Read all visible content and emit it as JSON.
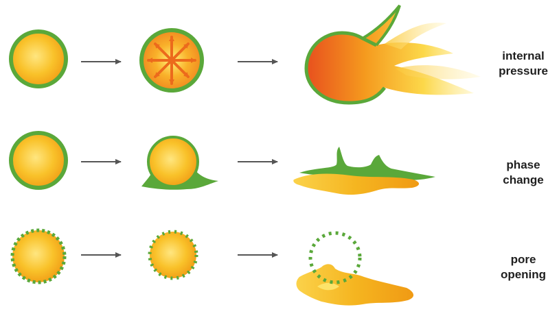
{
  "rows": [
    {
      "id": "internal-pressure",
      "label_lines": [
        "internal",
        "pressure"
      ]
    },
    {
      "id": "phase-change",
      "label_lines": [
        "phase",
        "change"
      ]
    },
    {
      "id": "pore-opening",
      "label_lines": [
        "pore",
        "opening"
      ]
    }
  ],
  "colors": {
    "membrane_green": "#5aa83a",
    "core_light": "#ffe066",
    "core_mid": "#f7b318",
    "core_dark": "#ee8a12",
    "pressure_red": "#e8501e",
    "arrow_orange": "#ec6a1c",
    "process_arrow": "#555555"
  }
}
